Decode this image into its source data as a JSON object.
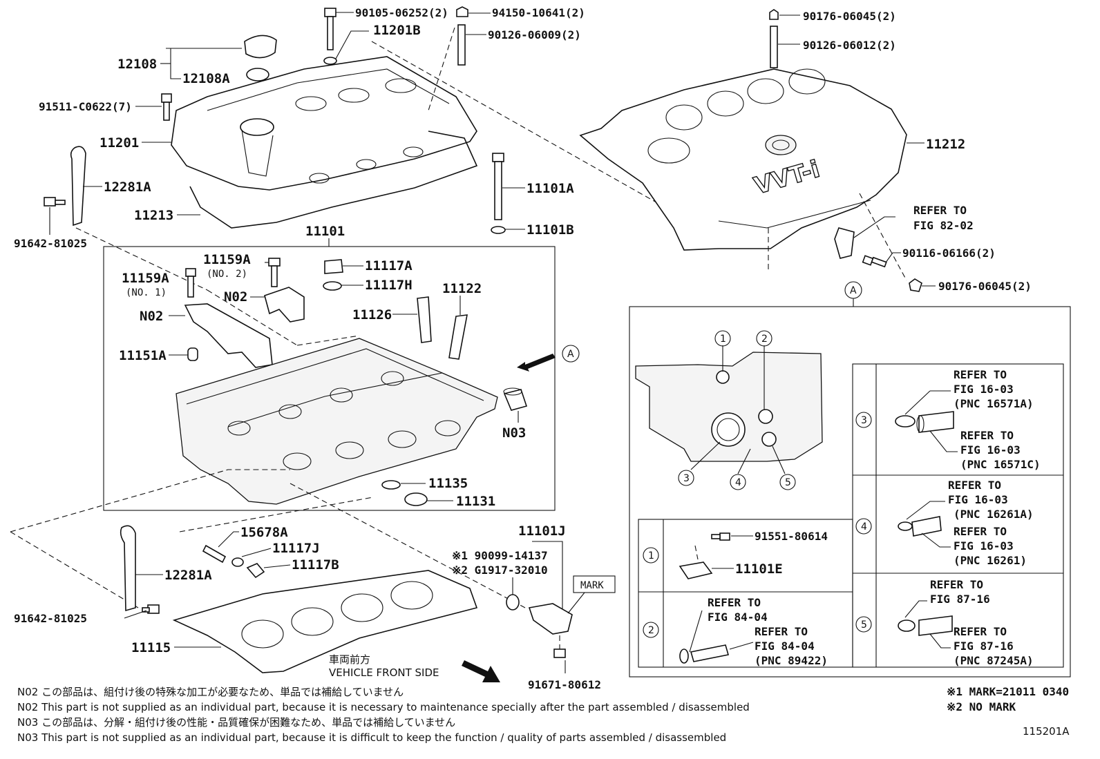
{
  "callouts": {
    "c90105": "90105-06252(2)",
    "c11201B": "11201B",
    "c94150": "94150-10641(2)",
    "c90126_06009": "90126-06009(2)",
    "c12108": "12108",
    "c12108A": "12108A",
    "c91511": "91511-C0622(7)",
    "c11201": "11201",
    "c12281A_top": "12281A",
    "c11213": "11213",
    "c91642_top": "91642-81025",
    "c11101A": "11101A",
    "c11101B": "11101B",
    "c11101": "11101",
    "c90176_top": "90176-06045(2)",
    "c90126_06012": "90126-06012(2)",
    "c11212": "11212",
    "c_refer82": "REFER TO",
    "c_fig82": "FIG 82-02",
    "c90116": "90116-06166(2)",
    "c90176_bot": "90176-06045(2)",
    "c11159A_a": "11159A",
    "c11159A_a_sub": "(NO. 2)",
    "c11159A_b": "11159A",
    "c11159A_b_sub": "(NO. 1)",
    "cN02_a": "N02",
    "cN02_b": "N02",
    "c11117A": "11117A",
    "c11117H": "11117H",
    "c11122": "11122",
    "c11126": "11126",
    "c11151A": "11151A",
    "cN03": "N03",
    "c11135": "11135",
    "c11131": "11131",
    "c15678A": "15678A",
    "c11117J": "11117J",
    "c11117B": "11117B",
    "c12281A_bot": "12281A",
    "c91642_bot": "91642-81025",
    "c11115": "11115",
    "c11101J": "11101J",
    "c90099": "※1 90099-14137",
    "cG1917": "※2 G1917-32010",
    "cMARK": "MARK",
    "c91671": "91671-80612",
    "cA_arrow": "A",
    "cA_box": "A"
  },
  "vehicle_front": {
    "jp": "車両前方",
    "en": "VEHICLE FRONT SIDE"
  },
  "detail": {
    "circle_labels": [
      "1",
      "2",
      "3",
      "4",
      "5"
    ],
    "sub1_part": "91551-80614",
    "sub1_part2": "11101E",
    "sub2_refer_a1": "REFER TO",
    "sub2_refer_a2": "FIG 84-04",
    "sub2_refer_b1": "REFER TO",
    "sub2_refer_b2": "FIG 84-04",
    "sub2_refer_b3": "(PNC 89422)",
    "r3_a1": "REFER TO",
    "r3_a2": "FIG 16-03",
    "r3_a3": "(PNC 16571A)",
    "r3_b1": "REFER TO",
    "r3_b2": "FIG 16-03",
    "r3_b3": "(PNC 16571C)",
    "r4_a1": "REFER TO",
    "r4_a2": "FIG 16-03",
    "r4_a3": "(PNC 16261A)",
    "r4_b1": "REFER TO",
    "r4_b2": "FIG 16-03",
    "r4_b3": "(PNC 16261)",
    "r5_a1": "REFER TO",
    "r5_a2": "FIG 87-16",
    "r5_b1": "REFER TO",
    "r5_b2": "FIG 87-16",
    "r5_b3": "(PNC 87245A)"
  },
  "notes": {
    "n1": "N02  この部品は、組付け後の特殊な加工が必要なため、単品では補給していません",
    "n2": "N02  This part is not supplied as an individual part, because it is necessary to maintenance specially after the part assembled / disassembled",
    "n3": "N03  この部品は、分解・組付け後の性能・品質確保が困難なため、単品では補給していません",
    "n4": "N03  This part is not supplied as an individual part, because it is difficult to keep the function / quality of parts  assembled / disassembled",
    "m1": "※1  MARK=21011  0340",
    "m2": "※2  NO MARK",
    "fig_id": "115201A"
  },
  "cover_logo": "VVT-i"
}
